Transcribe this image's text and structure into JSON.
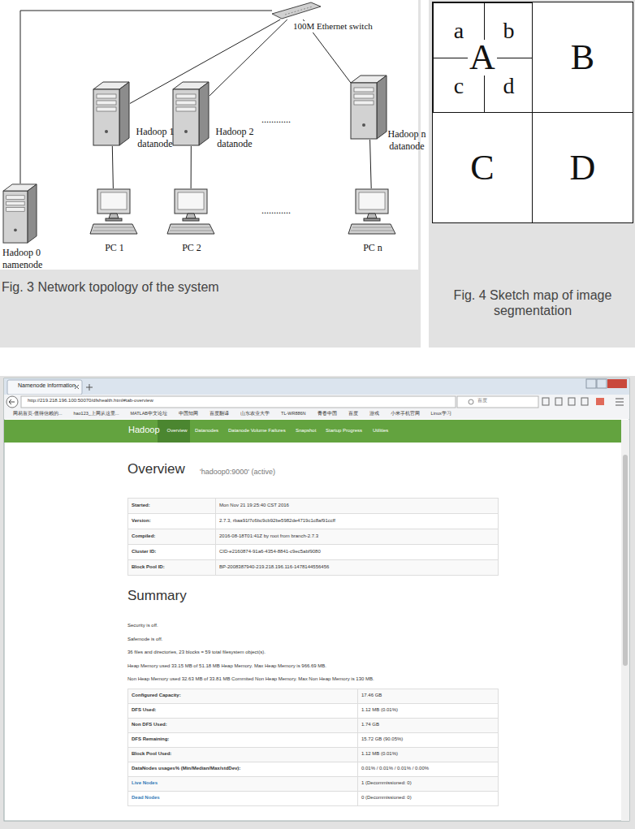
{
  "diagram": {
    "nodes": [
      {
        "text": [
          "100M Ethernet switch"
        ]
      },
      {
        "text": [
          "Hadoop 1 datanode"
        ]
      },
      {
        "text": [
          "Hadoop 2 datanode"
        ]
      },
      {
        "text": [
          "Hadoop n datanode"
        ]
      },
      {
        "text": [
          "Hadoop 0 namenode"
        ]
      },
      {
        "text": [
          "PC 1"
        ]
      },
      {
        "text": [
          "PC 2"
        ]
      },
      {
        "text": [
          "PC n"
        ]
      },
      {
        "text": [
          "A"
        ]
      },
      {
        "text": [
          "a"
        ],
        "in": 8
      },
      {
        "text": [
          "b"
        ],
        "in": 8
      },
      {
        "text": [
          "c"
        ],
        "in": 8
      },
      {
        "text": [
          "d"
        ],
        "in": 8
      },
      {
        "text": [
          "B"
        ]
      },
      {
        "text": [
          "C"
        ]
      },
      {
        "text": [
          "D"
        ]
      }
    ],
    "edges": [
      {
        "from": 0,
        "to": 4,
        "arrow": "none"
      },
      {
        "from": 0,
        "to": 1,
        "arrow": "none"
      },
      {
        "from": 0,
        "to": 2,
        "arrow": "none"
      },
      {
        "from": 0,
        "to": 3,
        "arrow": "none"
      },
      {
        "from": 1,
        "to": 5,
        "arrow": "none"
      },
      {
        "from": 2,
        "to": 6,
        "arrow": "none"
      },
      {
        "from": 3,
        "to": 7,
        "arrow": "none"
      }
    ],
    "labels": [
      "............",
      "............",
      "Fig. 3 Network topology of the system",
      "Fig. 4 Sketch map of image segmentation",
      "Namenode information",
      "http://219.218.196.100:50070/dfshealth.html#tab-overview",
      "百度",
      "网易首页-值得信赖的...",
      "hao123_上网从这里...",
      "MATLAB中文论坛",
      "中国知网",
      "百度翻译",
      "山东农业大学",
      "TL-WR886N",
      "青春中国",
      "百度",
      "游戏",
      "小米手机官网",
      "Linux学习",
      "Hadoop",
      "Overview",
      "Datanodes",
      "Datanode Volume Failures",
      "Snapshot",
      "Startup Progress",
      "Utilities",
      "Overview",
      "'hadoop0:9000' (active)",
      "Started:",
      "Mon Nov 21 19:25:40 CST 2016",
      "Version:",
      "2.7.3, rbaa91f7c6bc9cb92be5982de4719c1c8af91ccff",
      "Compiled:",
      "2016-08-18T01:41Z by root from branch-2.7.3",
      "Cluster ID:",
      "CID-e2160874-91a6-4354-8841-c9ec5abf9080",
      "Block Pool ID:",
      "BP-2008387940-219.218.196.116-1478144556456",
      "Summary",
      "Security is off.",
      "Safemode is off.",
      "36 files and directories, 23 blocks = 59 total filesystem object(s).",
      "Heap Memory used 33.15 MB of 51.18 MB Heap Memory. Max Heap Memory is 966.69 MB.",
      "Non Heap Memory used 32.63 MB of 33.81 MB Commited Non Heap Memory. Max Non Heap Memory is 130 MB.",
      "Configured Capacity:",
      "17.46 GB",
      "DFS Used:",
      "1.12 MB (0.01%)",
      "Non DFS Used:",
      "1.74 GB",
      "DFS Remaining:",
      "15.72 GB (90.05%)",
      "Block Pool Used:",
      "1.12 MB (0.01%)",
      "DataNodes usages% (Min/Median/Max/stdDev):",
      "0.01% / 0.01% / 0.01% / 0.00%",
      "Live Nodes",
      "1 (Decommissioned: 0)",
      "Dead Nodes",
      "0 (Decommissioned: 0)"
    ]
  }
}
